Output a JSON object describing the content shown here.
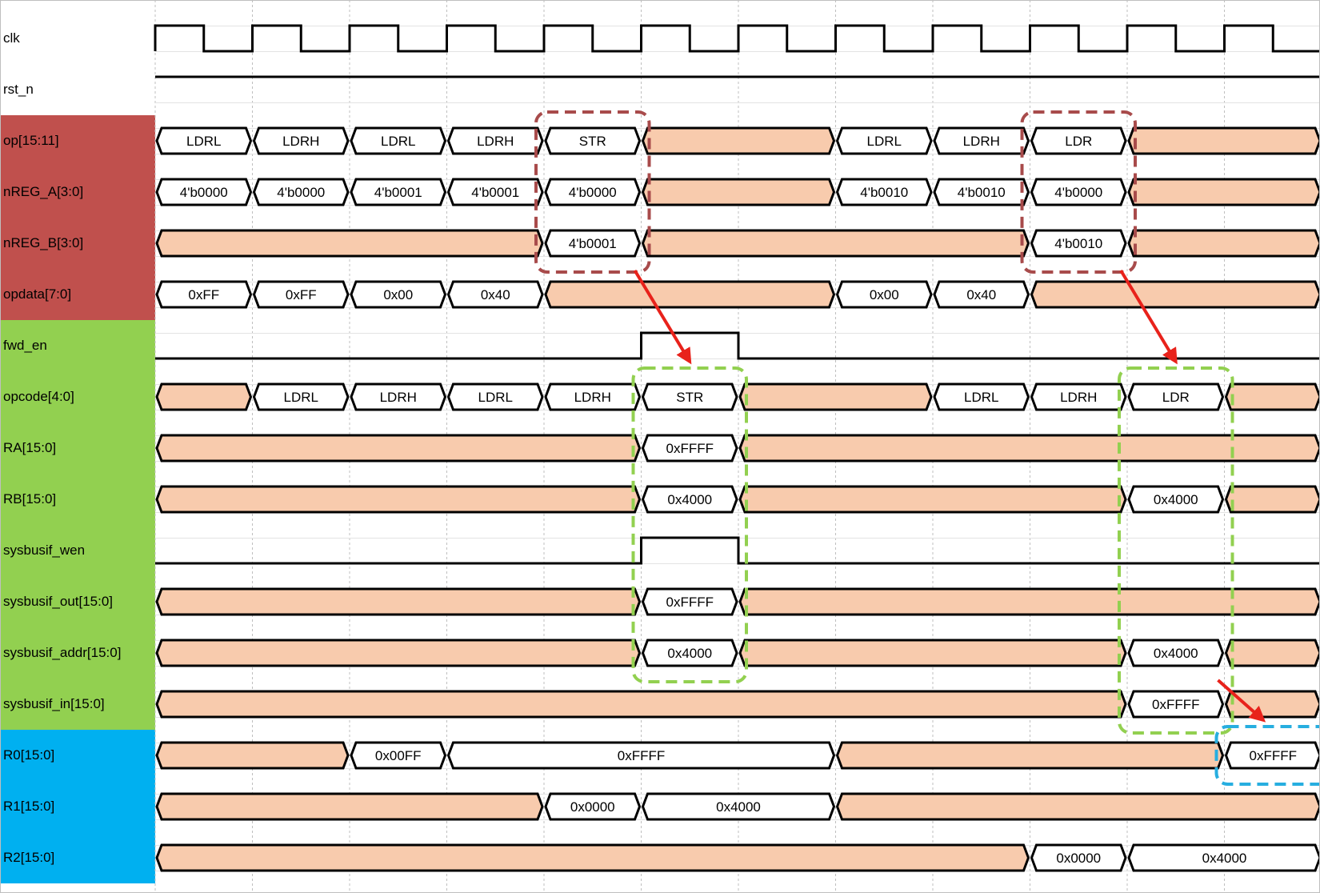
{
  "colors": {
    "group_red": "#c0504d",
    "group_green": "#92d050",
    "group_blue": "#00b0f0",
    "dont_care_fill": "#f8cbad",
    "waveform_stroke": "#000000",
    "grid": "#bfbfbf",
    "box_red": "#a84b4b",
    "box_green": "#92d050",
    "box_blue": "#27aee0",
    "arrow": "#e8221b"
  },
  "signals": [
    {
      "label": "clk",
      "group": "none",
      "type": "clock"
    },
    {
      "label": "rst_n",
      "group": "none",
      "type": "level",
      "levels": [
        1,
        1,
        1,
        1,
        1,
        1,
        1,
        1,
        1,
        1,
        1,
        1
      ]
    },
    {
      "label": "op[15:11]",
      "group": "red",
      "type": "bus",
      "segments": [
        {
          "from": 0,
          "to": 1,
          "text": "LDRL"
        },
        {
          "from": 1,
          "to": 2,
          "text": "LDRH"
        },
        {
          "from": 2,
          "to": 3,
          "text": "LDRL"
        },
        {
          "from": 3,
          "to": 4,
          "text": "LDRH"
        },
        {
          "from": 4,
          "to": 5,
          "text": "STR"
        },
        {
          "from": 5,
          "to": 7,
          "dc": true
        },
        {
          "from": 7,
          "to": 8,
          "text": "LDRL"
        },
        {
          "from": 8,
          "to": 9,
          "text": "LDRH"
        },
        {
          "from": 9,
          "to": 10,
          "text": "LDR"
        },
        {
          "from": 10,
          "to": 12,
          "dc": true
        }
      ]
    },
    {
      "label": "nREG_A[3:0]",
      "group": "red",
      "type": "bus",
      "segments": [
        {
          "from": 0,
          "to": 1,
          "text": "4'b0000"
        },
        {
          "from": 1,
          "to": 2,
          "text": "4'b0000"
        },
        {
          "from": 2,
          "to": 3,
          "text": "4'b0001"
        },
        {
          "from": 3,
          "to": 4,
          "text": "4'b0001"
        },
        {
          "from": 4,
          "to": 5,
          "text": "4'b0000"
        },
        {
          "from": 5,
          "to": 7,
          "dc": true
        },
        {
          "from": 7,
          "to": 8,
          "text": "4'b0010"
        },
        {
          "from": 8,
          "to": 9,
          "text": "4'b0010"
        },
        {
          "from": 9,
          "to": 10,
          "text": "4'b0000"
        },
        {
          "from": 10,
          "to": 12,
          "dc": true
        }
      ]
    },
    {
      "label": "nREG_B[3:0]",
      "group": "red",
      "type": "bus",
      "segments": [
        {
          "from": 0,
          "to": 4,
          "dc": true
        },
        {
          "from": 4,
          "to": 5,
          "text": "4'b0001"
        },
        {
          "from": 5,
          "to": 9,
          "dc": true
        },
        {
          "from": 9,
          "to": 10,
          "text": "4'b0010"
        },
        {
          "from": 10,
          "to": 12,
          "dc": true
        }
      ]
    },
    {
      "label": "opdata[7:0]",
      "group": "red",
      "type": "bus",
      "segments": [
        {
          "from": 0,
          "to": 1,
          "text": "0xFF"
        },
        {
          "from": 1,
          "to": 2,
          "text": "0xFF"
        },
        {
          "from": 2,
          "to": 3,
          "text": "0x00"
        },
        {
          "from": 3,
          "to": 4,
          "text": "0x40"
        },
        {
          "from": 4,
          "to": 7,
          "dc": true
        },
        {
          "from": 7,
          "to": 8,
          "text": "0x00"
        },
        {
          "from": 8,
          "to": 9,
          "text": "0x40"
        },
        {
          "from": 9,
          "to": 12,
          "dc": true
        }
      ]
    },
    {
      "label": "fwd_en",
      "group": "green",
      "type": "level",
      "levels": [
        0,
        0,
        0,
        0,
        0,
        1,
        0,
        0,
        0,
        0,
        0,
        0
      ]
    },
    {
      "label": "opcode[4:0]",
      "group": "green",
      "type": "bus",
      "segments": [
        {
          "from": 0,
          "to": 1,
          "dc": true
        },
        {
          "from": 1,
          "to": 2,
          "text": "LDRL"
        },
        {
          "from": 2,
          "to": 3,
          "text": "LDRH"
        },
        {
          "from": 3,
          "to": 4,
          "text": "LDRL"
        },
        {
          "from": 4,
          "to": 5,
          "text": "LDRH"
        },
        {
          "from": 5,
          "to": 6,
          "text": "STR"
        },
        {
          "from": 6,
          "to": 8,
          "dc": true
        },
        {
          "from": 8,
          "to": 9,
          "text": "LDRL"
        },
        {
          "from": 9,
          "to": 10,
          "text": "LDRH"
        },
        {
          "from": 10,
          "to": 11,
          "text": "LDR"
        },
        {
          "from": 11,
          "to": 12,
          "dc": true
        }
      ]
    },
    {
      "label": "RA[15:0]",
      "group": "green",
      "type": "bus",
      "segments": [
        {
          "from": 0,
          "to": 5,
          "dc": true
        },
        {
          "from": 5,
          "to": 6,
          "text": "0xFFFF"
        },
        {
          "from": 6,
          "to": 12,
          "dc": true
        }
      ]
    },
    {
      "label": "RB[15:0]",
      "group": "green",
      "type": "bus",
      "segments": [
        {
          "from": 0,
          "to": 5,
          "dc": true
        },
        {
          "from": 5,
          "to": 6,
          "text": "0x4000"
        },
        {
          "from": 6,
          "to": 10,
          "dc": true
        },
        {
          "from": 10,
          "to": 11,
          "text": "0x4000"
        },
        {
          "from": 11,
          "to": 12,
          "dc": true
        }
      ]
    },
    {
      "label": "sysbusif_wen",
      "group": "green",
      "type": "level",
      "levels": [
        0,
        0,
        0,
        0,
        0,
        1,
        0,
        0,
        0,
        0,
        0,
        0
      ]
    },
    {
      "label": "sysbusif_out[15:0]",
      "group": "green",
      "type": "bus",
      "segments": [
        {
          "from": 0,
          "to": 5,
          "dc": true
        },
        {
          "from": 5,
          "to": 6,
          "text": "0xFFFF"
        },
        {
          "from": 6,
          "to": 12,
          "dc": true
        }
      ]
    },
    {
      "label": "sysbusif_addr[15:0]",
      "group": "green",
      "type": "bus",
      "segments": [
        {
          "from": 0,
          "to": 5,
          "dc": true
        },
        {
          "from": 5,
          "to": 6,
          "text": "0x4000"
        },
        {
          "from": 6,
          "to": 10,
          "dc": true
        },
        {
          "from": 10,
          "to": 11,
          "text": "0x4000"
        },
        {
          "from": 11,
          "to": 12,
          "dc": true
        }
      ]
    },
    {
      "label": "sysbusif_in[15:0]",
      "group": "green",
      "type": "bus",
      "segments": [
        {
          "from": 0,
          "to": 10,
          "dc": true
        },
        {
          "from": 10,
          "to": 11,
          "text": "0xFFFF"
        },
        {
          "from": 11,
          "to": 12,
          "dc": true
        }
      ]
    },
    {
      "label": "R0[15:0]",
      "group": "blue",
      "type": "bus",
      "segments": [
        {
          "from": 0,
          "to": 2,
          "dc": true
        },
        {
          "from": 2,
          "to": 3,
          "text": "0x00FF"
        },
        {
          "from": 3,
          "to": 7,
          "text": "0xFFFF"
        },
        {
          "from": 7,
          "to": 11,
          "dc": true
        },
        {
          "from": 11,
          "to": 12,
          "text": "0xFFFF"
        }
      ]
    },
    {
      "label": "R1[15:0]",
      "group": "blue",
      "type": "bus",
      "segments": [
        {
          "from": 0,
          "to": 4,
          "dc": true
        },
        {
          "from": 4,
          "to": 5,
          "text": "0x0000"
        },
        {
          "from": 5,
          "to": 7,
          "text": "0x4000"
        },
        {
          "from": 7,
          "to": 12,
          "dc": true
        }
      ]
    },
    {
      "label": "R2[15:0]",
      "group": "blue",
      "type": "bus",
      "segments": [
        {
          "from": 0,
          "to": 9,
          "dc": true
        },
        {
          "from": 9,
          "to": 10,
          "text": "0x0000"
        },
        {
          "from": 10,
          "to": 12,
          "text": "0x4000"
        }
      ]
    }
  ],
  "annotations": {
    "boxes": [
      {
        "name": "str-decode-box",
        "color": "box_red",
        "cycle_from": 4,
        "cycle_to": 5,
        "row_from": 2,
        "row_to": 4
      },
      {
        "name": "ldr-decode-box",
        "color": "box_red",
        "cycle_from": 9,
        "cycle_to": 10,
        "row_from": 2,
        "row_to": 4
      },
      {
        "name": "str-execute-box",
        "color": "box_green",
        "cycle_from": 5,
        "cycle_to": 6,
        "row_from": 7,
        "row_to": 12
      },
      {
        "name": "ldr-execute-box",
        "color": "box_green",
        "cycle_from": 10,
        "cycle_to": 11,
        "row_from": 7,
        "row_to": 13
      },
      {
        "name": "r0-writeback-box",
        "color": "box_blue",
        "cycle_from": 11,
        "cycle_to": 12,
        "row_from": 14,
        "row_to": 14
      }
    ],
    "arrows": [
      {
        "name": "arrow-str-to-execute",
        "from_cycle": 5,
        "from_row": 4,
        "to_cycle": 5.5,
        "to_row": 7
      },
      {
        "name": "arrow-ldr-to-execute",
        "from_cycle": 10,
        "from_row": 4,
        "to_cycle": 10.5,
        "to_row": 7
      },
      {
        "name": "arrow-load-to-r0",
        "from_cycle": 11,
        "from_row": 12,
        "to_cycle": 11.4,
        "to_row": 14
      }
    ]
  }
}
